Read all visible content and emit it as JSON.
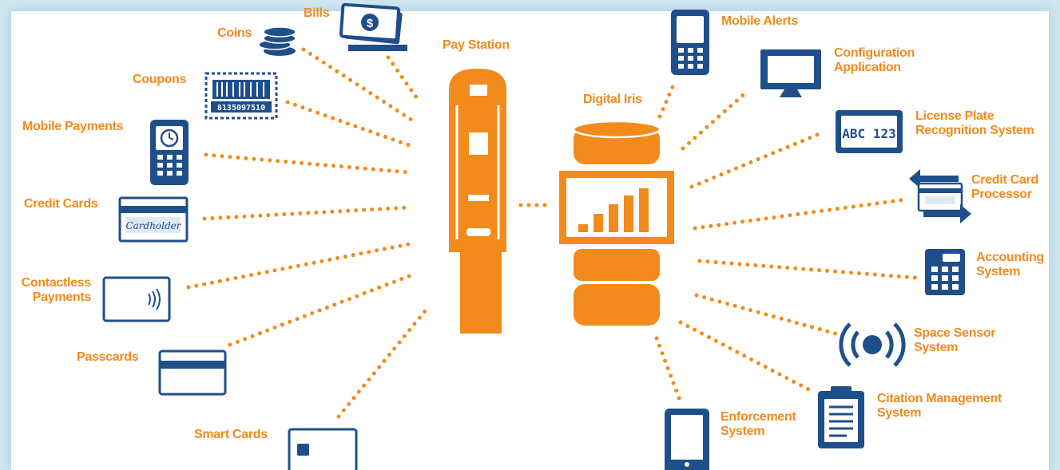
{
  "center": {
    "pay_station": "Pay Station",
    "digital_iris": "Digital Iris"
  },
  "left": {
    "bills": "Bills",
    "coins": "Coins",
    "coupons": "Coupons",
    "coupon_number": "8135097510",
    "mobile_payments": "Mobile Payments",
    "credit_cards": "Credit Cards",
    "card_signature": "Cardholder",
    "contactless_line1": "Contactless",
    "contactless_line2": "Payments",
    "passcards": "Passcards",
    "smart_cards": "Smart Cards"
  },
  "right": {
    "mobile_alerts": "Mobile Alerts",
    "config_line1": "Configuration",
    "config_line2": "Application",
    "lpr_line1": "License Plate",
    "lpr_line2": "Recognition System",
    "plate_text": "ABC 123",
    "ccp_line1": "Credit Card",
    "ccp_line2": "Processor",
    "accounting_line1": "Accounting",
    "accounting_line2": "System",
    "sensor_line1": "Space Sensor",
    "sensor_line2": "System",
    "citation_line1": "Citation Management",
    "citation_line2": "System",
    "enforcement_line1": "Enforcement",
    "enforcement_line2": "System"
  },
  "colors": {
    "accent": "#f28a1c",
    "brand": "#1f4f8b"
  },
  "icons": [
    "bills-icon",
    "coins-icon",
    "coupon-icon",
    "mobile-phone-icon",
    "credit-card-icon",
    "contactless-card-icon",
    "passcard-icon",
    "smart-card-icon",
    "pay-station-icon",
    "digital-iris-icon",
    "mobile-alerts-icon",
    "monitor-icon",
    "license-plate-icon",
    "credit-card-processor-icon",
    "calculator-icon",
    "space-sensor-icon",
    "citation-clipboard-icon",
    "tablet-icon"
  ]
}
